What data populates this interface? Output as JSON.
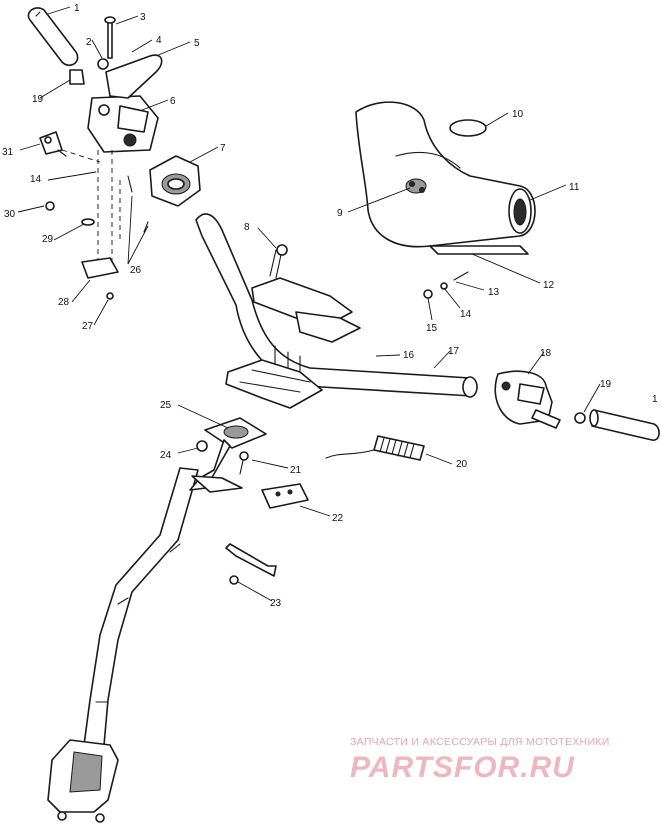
{
  "callouts": [
    {
      "id": "c1",
      "label": "1"
    },
    {
      "id": "c2",
      "label": "2"
    },
    {
      "id": "c3",
      "label": "3"
    },
    {
      "id": "c4",
      "label": "4"
    },
    {
      "id": "c5",
      "label": "5"
    },
    {
      "id": "c6",
      "label": "6"
    },
    {
      "id": "c7",
      "label": "7"
    },
    {
      "id": "c8",
      "label": "8"
    },
    {
      "id": "c9",
      "label": "9"
    },
    {
      "id": "c10",
      "label": "10"
    },
    {
      "id": "c11",
      "label": "11"
    },
    {
      "id": "c12",
      "label": "12"
    },
    {
      "id": "c13",
      "label": "13"
    },
    {
      "id": "c14",
      "label": "14"
    },
    {
      "id": "c14b",
      "label": "14"
    },
    {
      "id": "c15",
      "label": "15"
    },
    {
      "id": "c16",
      "label": "16"
    },
    {
      "id": "c17",
      "label": "17"
    },
    {
      "id": "c18",
      "label": "18"
    },
    {
      "id": "c19",
      "label": "19"
    },
    {
      "id": "c19b",
      "label": "19"
    },
    {
      "id": "c1b",
      "label": "1"
    },
    {
      "id": "c20",
      "label": "20"
    },
    {
      "id": "c21",
      "label": "21"
    },
    {
      "id": "c22",
      "label": "22"
    },
    {
      "id": "c23",
      "label": "23"
    },
    {
      "id": "c24",
      "label": "24"
    },
    {
      "id": "c25",
      "label": "25"
    },
    {
      "id": "c26",
      "label": "26"
    },
    {
      "id": "c27",
      "label": "27"
    },
    {
      "id": "c28",
      "label": "28"
    },
    {
      "id": "c29",
      "label": "29"
    },
    {
      "id": "c30",
      "label": "30"
    },
    {
      "id": "c31",
      "label": "31"
    }
  ],
  "watermark": {
    "tagline": "ЗАПЧАСТИ И АКСЕССУАРЫ ДЛЯ МОТОТЕХНИКИ",
    "logo": "PARTSFOR.RU"
  }
}
